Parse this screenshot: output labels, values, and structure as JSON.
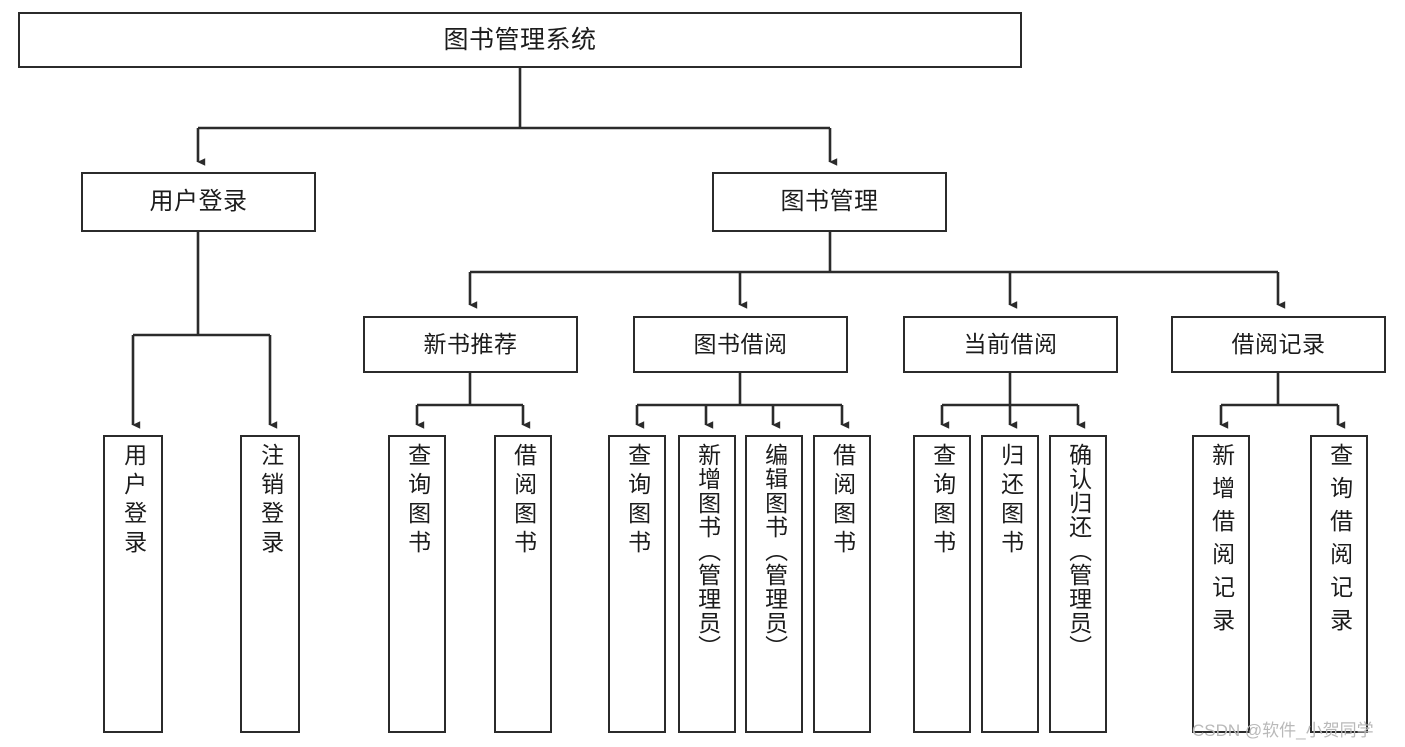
{
  "diagram": {
    "title": "图书管理系统",
    "type": "tree-hierarchy-chart",
    "watermark": "CSDN @软件_小贺同学",
    "colors": {
      "node_border": "#2b2b2b",
      "node_fill": "#ffffff",
      "edge": "#2b2b2b",
      "background": "#ffffff",
      "watermark": "#b9b9b9"
    },
    "root": {
      "label": "图书管理系统"
    },
    "level1": [
      {
        "label": "用户登录"
      },
      {
        "label": "图书管理"
      }
    ],
    "level2": [
      {
        "label": "新书推荐"
      },
      {
        "label": "图书借阅"
      },
      {
        "label": "当前借阅"
      },
      {
        "label": "借阅记录"
      }
    ],
    "leaves": {
      "user_login": [
        {
          "label": "用户登录"
        },
        {
          "label": "注销登录"
        }
      ],
      "new_book_recommend": [
        {
          "label": "查询图书"
        },
        {
          "label": "借阅图书"
        }
      ],
      "book_borrow": [
        {
          "label": "查询图书"
        },
        {
          "label": "新增图书（管理员）"
        },
        {
          "label": "编辑图书（管理员）"
        },
        {
          "label": "借阅图书"
        }
      ],
      "current_borrow": [
        {
          "label": "查询图书"
        },
        {
          "label": "归还图书"
        },
        {
          "label": "确认归还（管理员）"
        }
      ],
      "borrow_record": [
        {
          "label": "新增借阅记录"
        },
        {
          "label": "查询借阅记录"
        }
      ]
    }
  }
}
